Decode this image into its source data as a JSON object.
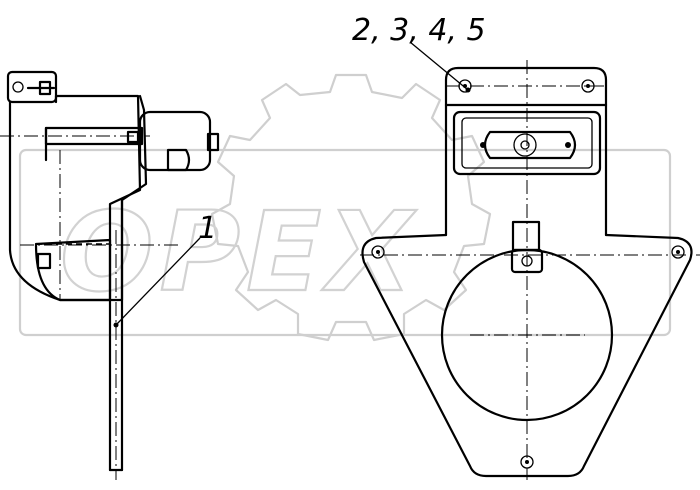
{
  "diagram": {
    "callouts": [
      {
        "id": "part-1",
        "label": "1"
      },
      {
        "id": "parts-2-5",
        "label": "2, 3, 4, 5"
      }
    ],
    "watermark": {
      "text": "OPEX",
      "icon": "gear-icon"
    }
  }
}
